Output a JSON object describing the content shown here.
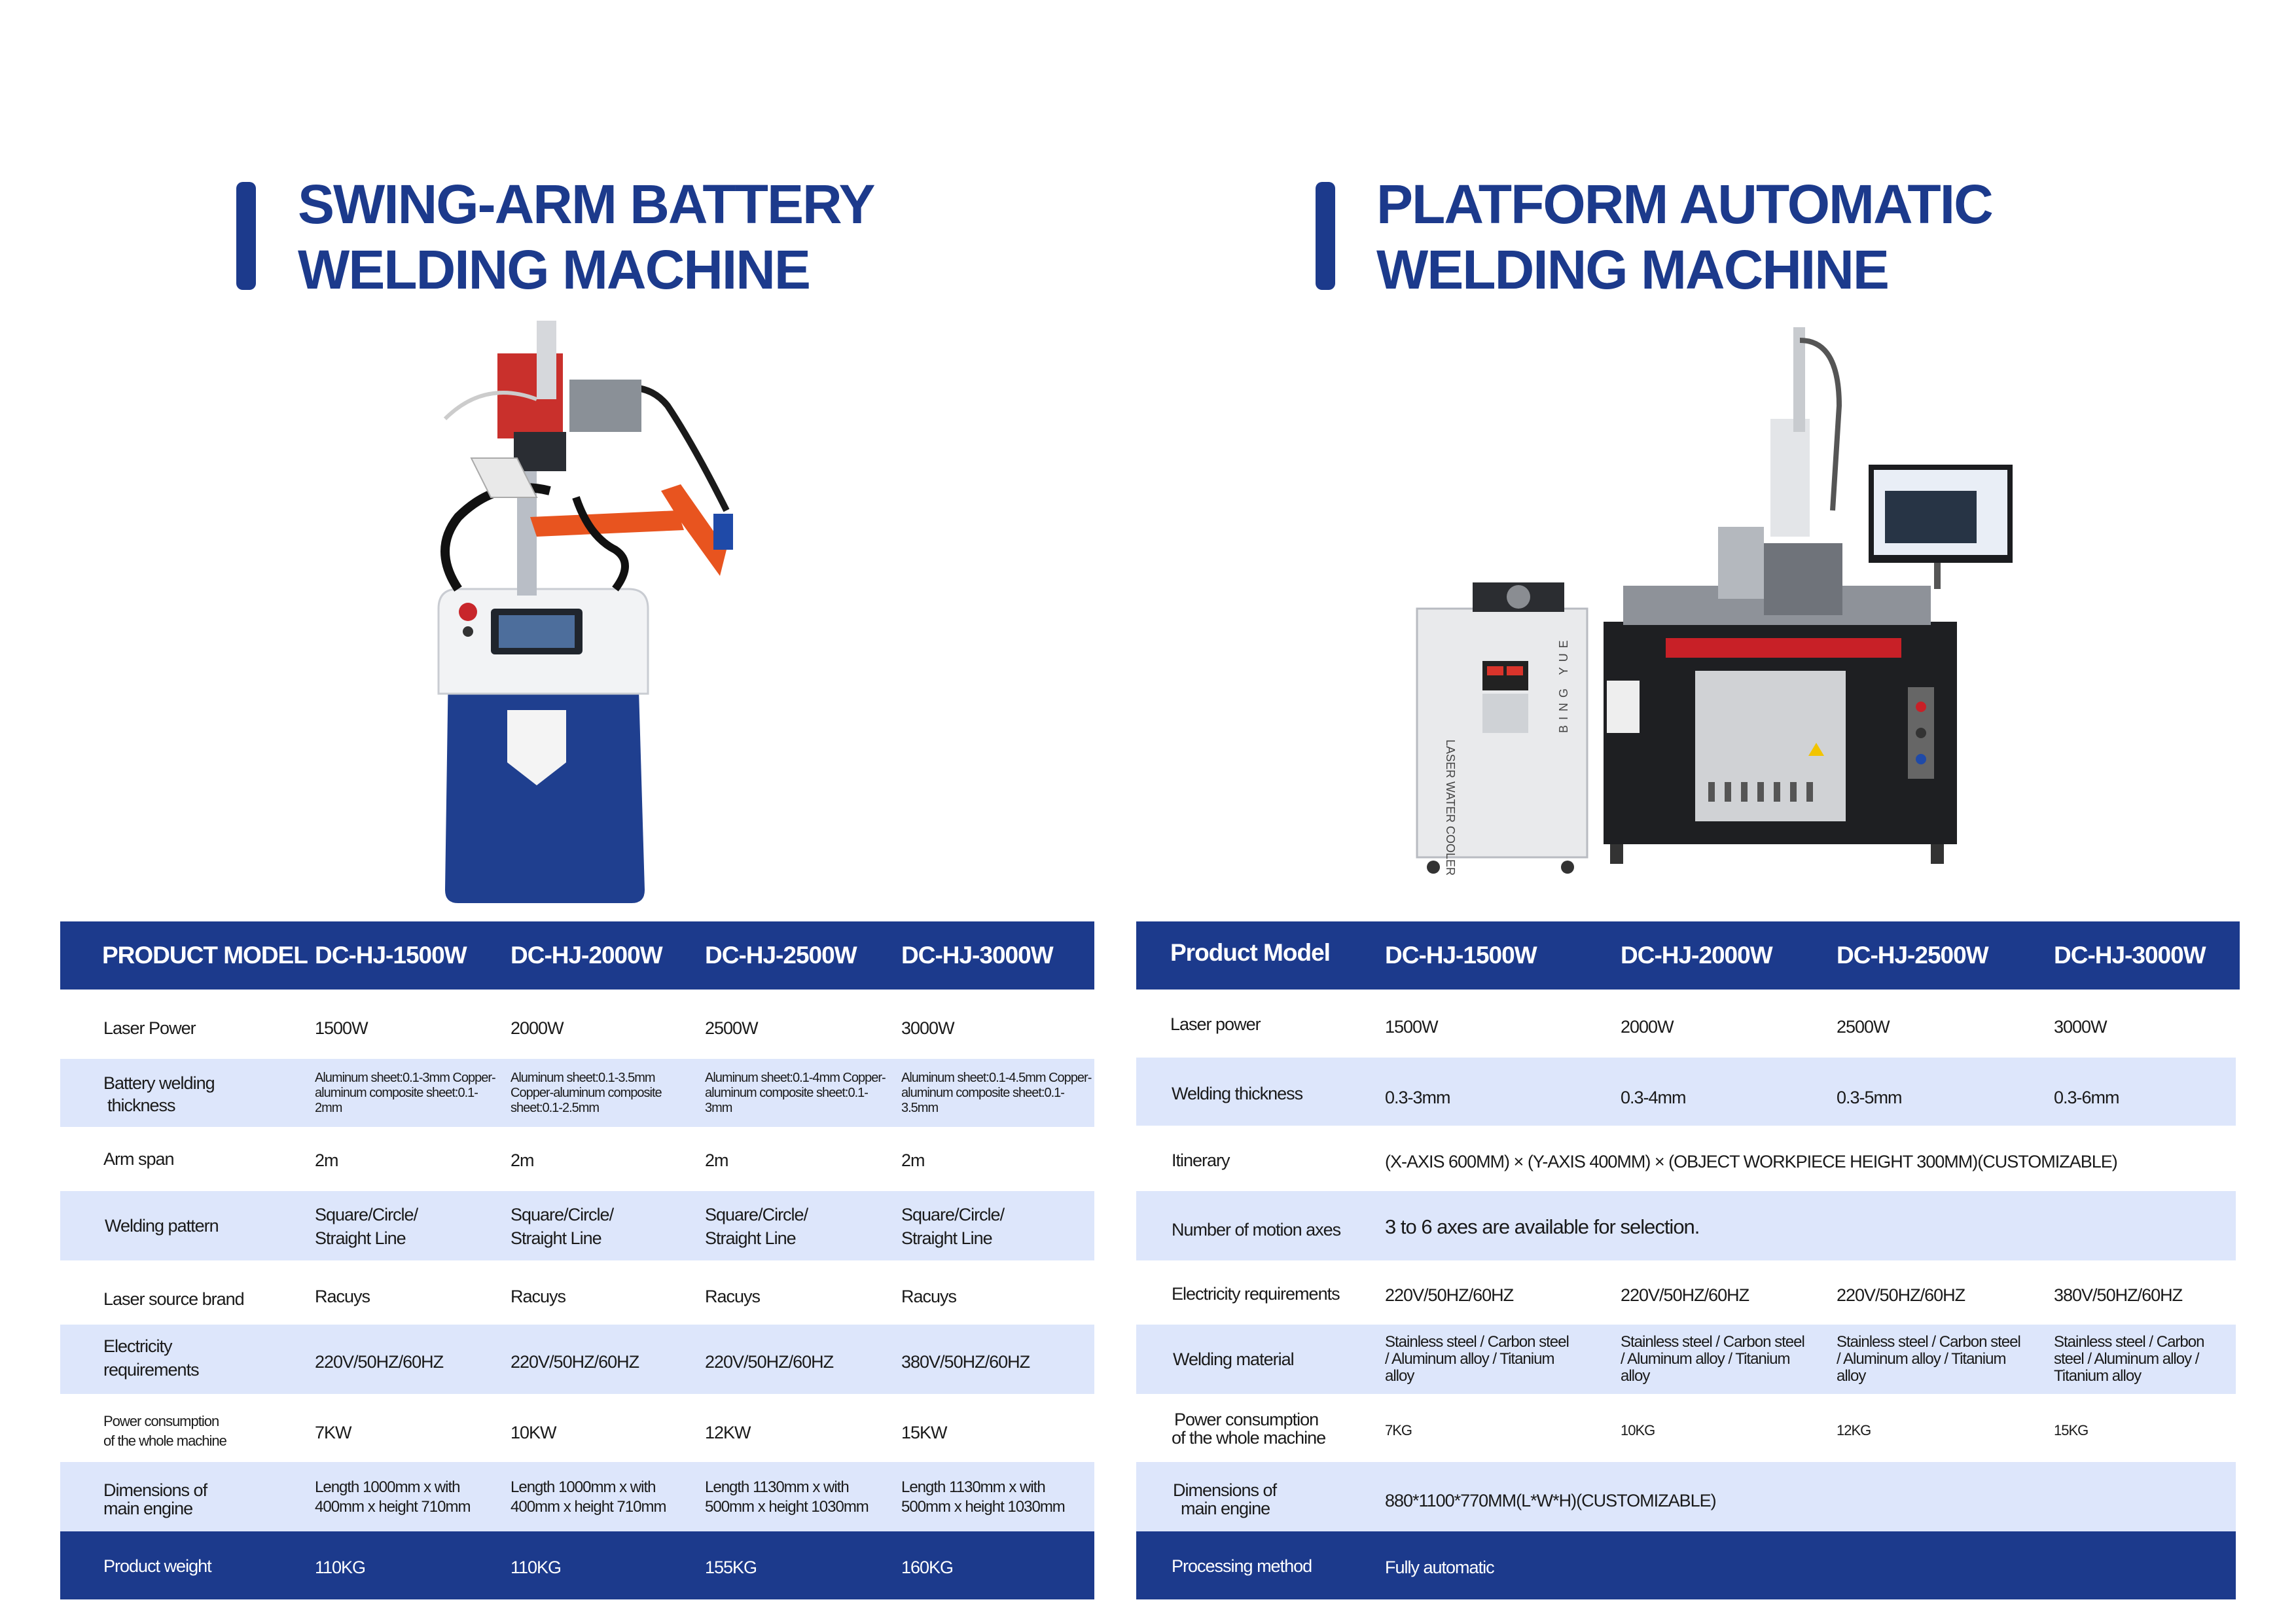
{
  "left": {
    "title_line1": "SWING-ARM BATTERY",
    "title_line2": "WELDING MACHINE",
    "header": [
      "PRODUCT MODEL",
      "DC-HJ-1500W",
      "DC-HJ-2000W",
      "DC-HJ-2500W",
      "DC-HJ-3000W"
    ],
    "rows": [
      {
        "label": [
          "Laser Power"
        ],
        "values": [
          "1500W",
          "2000W",
          "2500W",
          "3000W"
        ]
      },
      {
        "label": [
          "Battery welding",
          "thickness"
        ],
        "values": [
          "Aluminum sheet:0.1-3mm Copper-aluminum composite sheet:0.1-2mm",
          "Aluminum sheet:0.1-3.5mm Copper-aluminum composite sheet:0.1-2.5mm",
          "Aluminum sheet:0.1-4mm Copper-aluminum composite sheet:0.1-3mm",
          "Aluminum sheet:0.1-4.5mm Copper-aluminum composite sheet:0.1-3.5mm"
        ]
      },
      {
        "label": [
          "Arm span"
        ],
        "values": [
          "2m",
          "2m",
          "2m",
          "2m"
        ]
      },
      {
        "label": [
          "Welding pattern"
        ],
        "values": [
          "Square/Circle/ Straight Line",
          "Square/Circle/ Straight Line",
          "Square/Circle/ Straight Line",
          "Square/Circle/ Straight Line"
        ]
      },
      {
        "label": [
          "Laser source brand"
        ],
        "values": [
          "Racuys",
          "Racuys",
          "Racuys",
          "Racuys"
        ]
      },
      {
        "label": [
          "Electricity",
          "requirements"
        ],
        "values": [
          "220V/50HZ/60HZ",
          "220V/50HZ/60HZ",
          "220V/50HZ/60HZ",
          "380V/50HZ/60HZ"
        ]
      },
      {
        "label": [
          "Power consumption",
          "of the whole machine"
        ],
        "values": [
          "7KW",
          "10KW",
          "12KW",
          "15KW"
        ]
      },
      {
        "label": [
          "Dimensions of",
          "main engine"
        ],
        "values": [
          "Length 1000mm x with 400mm x height 710mm",
          "Length 1000mm x with 400mm x height 710mm",
          "Length 1130mm x with 500mm x height 1030mm",
          "Length 1130mm x with 500mm x height 1030mm"
        ]
      },
      {
        "label": [
          "Product weight"
        ],
        "values": [
          "110KG",
          "110KG",
          "155KG",
          "160KG"
        ]
      }
    ]
  },
  "right": {
    "title_line1": "PLATFORM AUTOMATIC",
    "title_line2": "WELDING MACHINE",
    "header": [
      "Product Model",
      "DC-HJ-1500W",
      "DC-HJ-2000W",
      "DC-HJ-2500W",
      "DC-HJ-3000W"
    ],
    "rows": [
      {
        "label": [
          "Laser power"
        ],
        "values": [
          "1500W",
          "2000W",
          "2500W",
          "3000W"
        ]
      },
      {
        "label": [
          "Welding thickness"
        ],
        "values": [
          "0.3-3mm",
          "0.3-4mm",
          "0.3-5mm",
          "0.3-6mm"
        ]
      },
      {
        "label": [
          "Itinerary"
        ],
        "span": "(X-AXIS 600MM) × (Y-AXIS 400MM) × (OBJECT WORKPIECE HEIGHT 300MM)(CUSTOMIZABLE)"
      },
      {
        "label": [
          "Number of motion axes"
        ],
        "span": "3 to 6 axes are available for selection."
      },
      {
        "label": [
          "Electricity requirements"
        ],
        "values": [
          "220V/50HZ/60HZ",
          "220V/50HZ/60HZ",
          "220V/50HZ/60HZ",
          "380V/50HZ/60HZ"
        ]
      },
      {
        "label": [
          "Welding material"
        ],
        "values": [
          "Stainless steel / Carbon steel / Aluminum alloy / Titanium alloy",
          "Stainless steel / Carbon steel / Aluminum alloy / Titanium alloy",
          "Stainless steel / Carbon steel / Aluminum alloy / Titanium alloy",
          "Stainless steel / Carbon steel / Aluminum alloy / Titanium alloy"
        ]
      },
      {
        "label": [
          "Power consumption",
          "of the whole machine"
        ],
        "values": [
          "7KG",
          "10KG",
          "12KG",
          "15KG"
        ]
      },
      {
        "label": [
          "Dimensions of",
          "main engine"
        ],
        "span": "880*1100*770MM(L*W*H)(CUSTOMIZABLE)"
      },
      {
        "label": [
          "Processing method"
        ],
        "span": "Fully automatic"
      }
    ]
  },
  "machine_labels": {
    "chiller_text_1": "LASER WATER COOLER",
    "chiller_text_2": "BING YUE"
  },
  "colors": {
    "brand_blue": "#1c3a8c",
    "row_alt": "#dde6fb",
    "arm_orange": "#e8541f"
  }
}
